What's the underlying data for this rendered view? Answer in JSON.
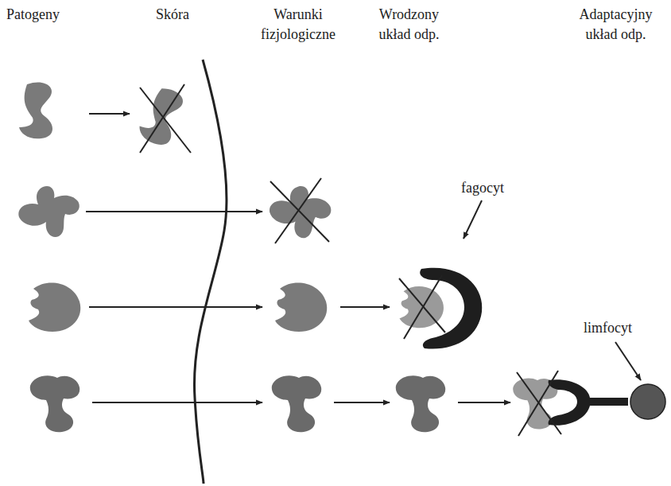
{
  "diagram": {
    "labels": [
      "Patogeny",
      "Skóra",
      "Warunki fizjologiczne",
      "Wrodzony układ odp.",
      "Adaptacyjny układ odp.",
      "fagocyt",
      "limfocyt"
    ]
  }
}
